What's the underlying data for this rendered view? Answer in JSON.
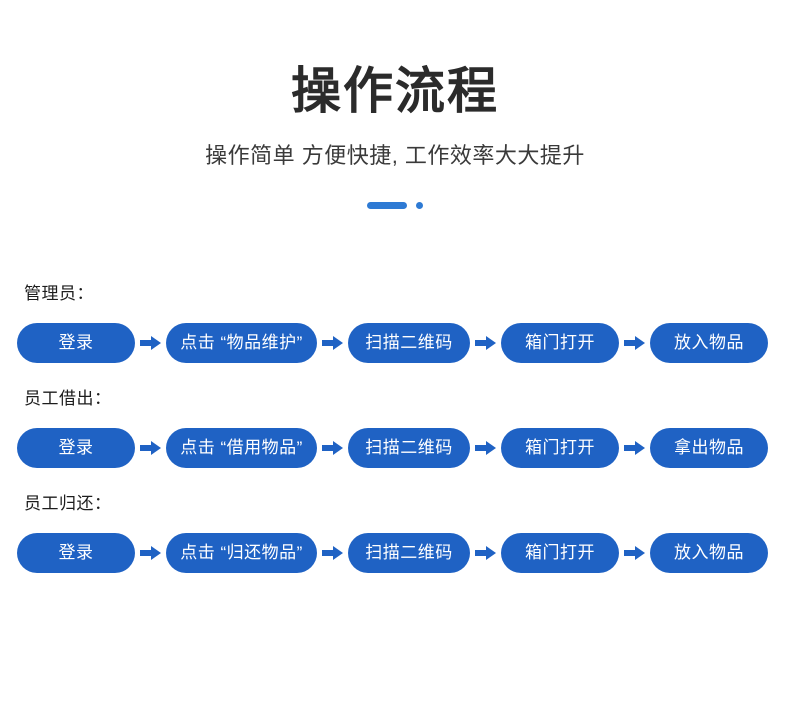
{
  "header": {
    "title": "操作流程",
    "subtitle": "操作简单  方便快捷, 工作效率大大提升",
    "decoration": {
      "bar_color": "#2E7AD4",
      "dot_color": "#2E7AD4"
    }
  },
  "theme": {
    "pill_color": "#1F62C4",
    "pill_text_color": "#FFFFFF",
    "arrow_color": "#1F62C4",
    "title_color": "#2B2B2B",
    "label_color": "#1D1D1D",
    "background": "#FFFFFF"
  },
  "flows": [
    {
      "label": "管理员：",
      "steps": [
        "登录",
        "点击 “物品维护”",
        "扫描二维码",
        "箱门打开",
        "放入物品"
      ]
    },
    {
      "label": "员工借出：",
      "steps": [
        "登录",
        "点击 “借用物品”",
        "扫描二维码",
        "箱门打开",
        "拿出物品"
      ]
    },
    {
      "label": "员工归还：",
      "steps": [
        "登录",
        "点击 “归还物品”",
        "扫描二维码",
        "箱门打开",
        "放入物品"
      ]
    }
  ]
}
